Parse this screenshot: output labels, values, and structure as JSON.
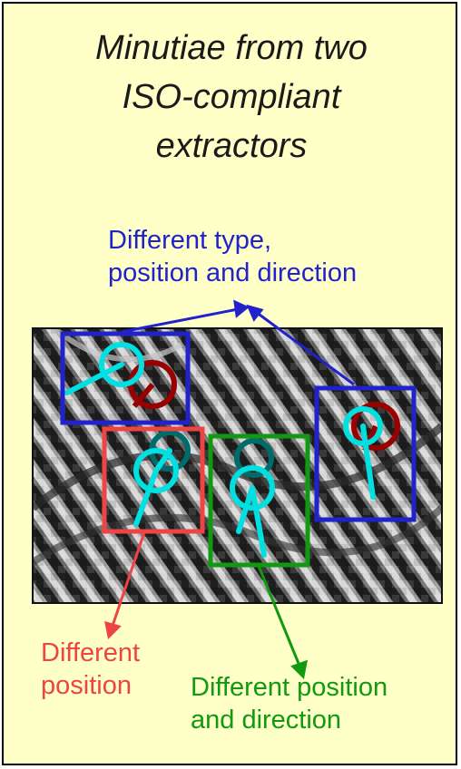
{
  "title": {
    "lines": [
      "Minutiae from two",
      "ISO-compliant",
      "extractors"
    ],
    "color": "#1a1a1a"
  },
  "annotations": {
    "blue": {
      "lines": [
        "Different type,",
        "position and direction"
      ],
      "color": "#2222cc"
    },
    "red": {
      "lines": [
        "Different",
        "position"
      ],
      "color": "#ee4444"
    },
    "green": {
      "lines": [
        "Different position",
        "and direction"
      ],
      "color": "#119911"
    }
  },
  "colors": {
    "background": "#ffffc8",
    "border": "#000000",
    "extractor_a_minutiae": "#00e0e0",
    "extractor_b_minutiae": "#990000"
  },
  "image": {
    "description_icon": "fingerprint-patch-image"
  }
}
